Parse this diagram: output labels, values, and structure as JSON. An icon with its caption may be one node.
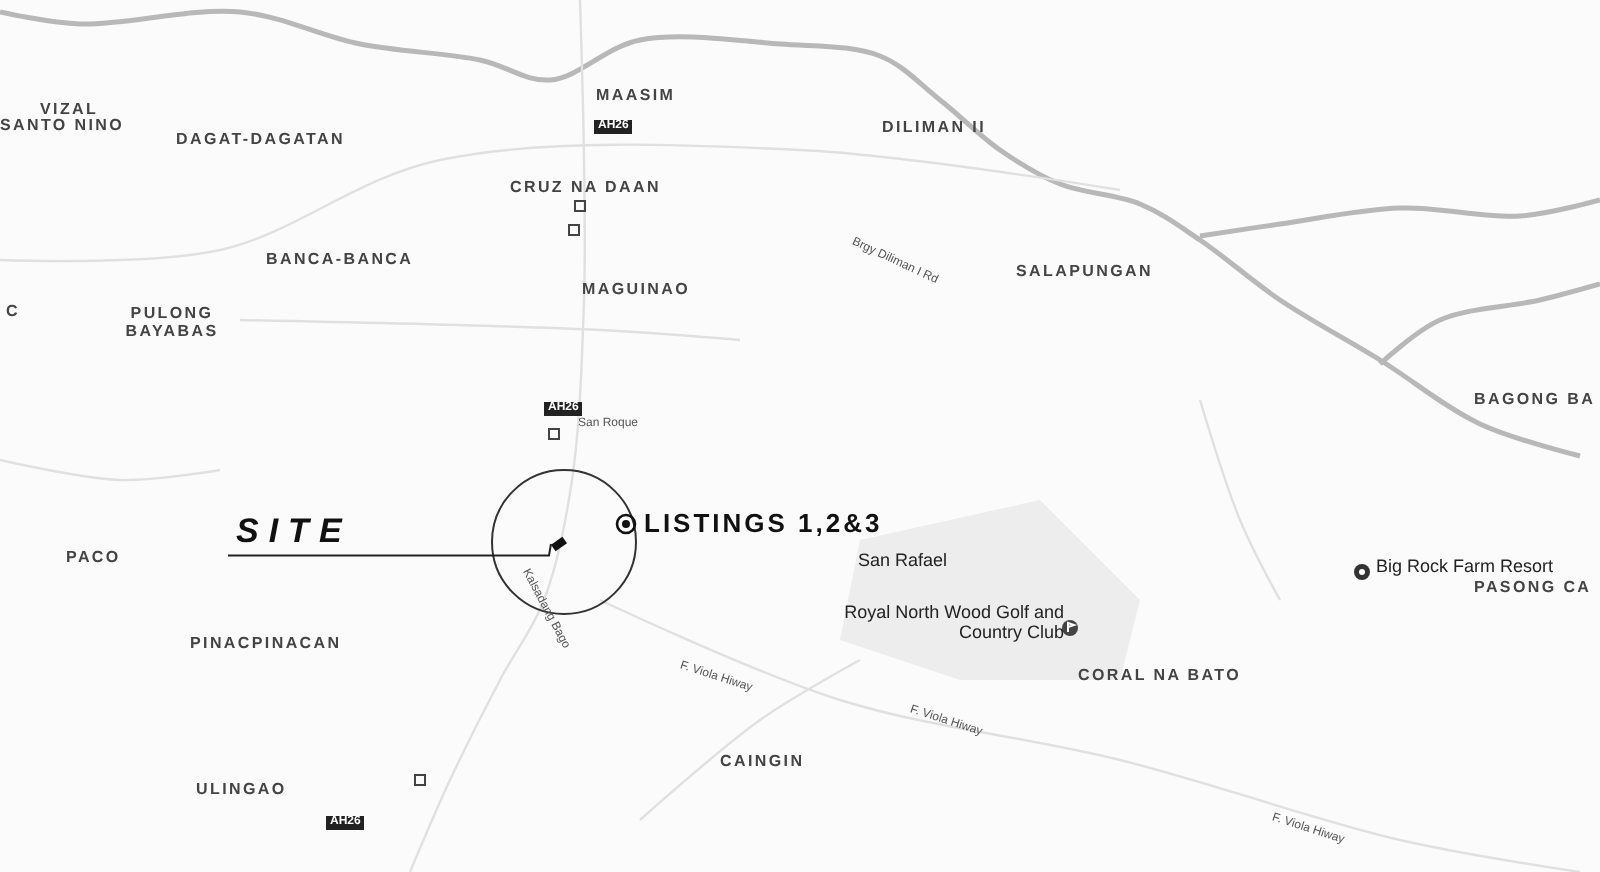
{
  "diagram": {
    "nodes": [
      {
        "text": [
          "SITE"
        ]
      },
      {
        "text": [],
        "shape": "box"
      }
    ],
    "edges": [
      {
        "from": 0,
        "to": 1,
        "arrow": "none"
      }
    ],
    "labels": [
      "VIZAL",
      "SANTO NINO",
      "DAGAT-DAGATAN",
      "MAASIM",
      "AH26",
      "DILIMAN II",
      "CRUZ NA DAAN",
      "Brgy Diliman I Rd",
      "SALAPUNGAN",
      "BANCA-BANCA",
      "MAGUINAO",
      "C",
      "PULONG BAYABAS",
      "AH26",
      "San Roque",
      "BAGONG BA",
      "LISTINGS 1,2&3",
      "PACO",
      "San Rafael",
      "Kalsadang Bago",
      "Royal North Wood Golf and Country Club",
      "Big Rock Farm Resort",
      "PASONG CA",
      "PINACPINACAN",
      "CORAL NA BATO",
      "F. Viola Hiway",
      "F. Viola Hiway",
      "F. Viola Hiway",
      "CAINGIN",
      "ULINGAO",
      "AH26"
    ]
  }
}
